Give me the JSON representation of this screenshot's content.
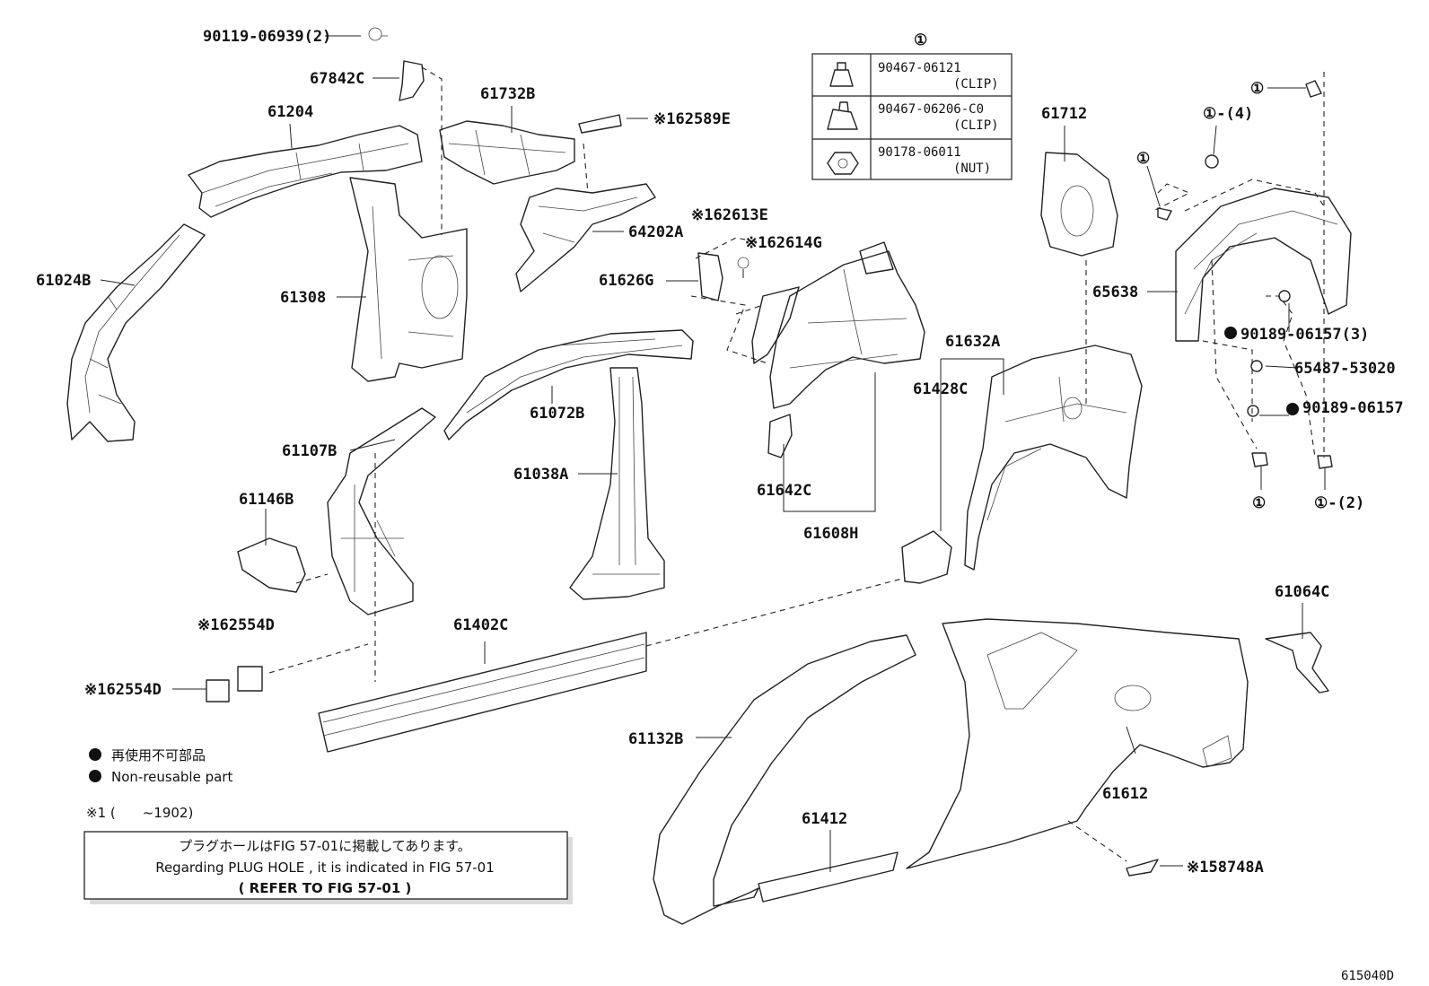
{
  "fig_code": "615040D",
  "clip_group": {
    "marker": "①",
    "rows": [
      {
        "part": "90467-06121",
        "desc": "(CLIP)"
      },
      {
        "part": "90467-06206-C0",
        "desc": "(CLIP)"
      },
      {
        "part": "90178-06011",
        "desc": "(NUT)"
      }
    ]
  },
  "labels": {
    "p90119": "90119-06939(2)",
    "p67842C": "67842C",
    "p61732B": "61732B",
    "p61204": "61204",
    "p62589E": "※162589E",
    "p61024B": "61024B",
    "p61308": "61308",
    "p64202A": "64202A",
    "p62613E": "※162613E",
    "p62614G": "※162614G",
    "p61626G": "61626G",
    "p61712": "61712",
    "p65638": "65638",
    "p61632A": "61632A",
    "p61428C": "61428C",
    "p61072B": "61072B",
    "p61107B": "61107B",
    "p61038A": "61038A",
    "p61146B": "61146B",
    "p61642C": "61642C",
    "p61608H": "61608H",
    "p62554D_top": "※162554D",
    "p62554D_left": "※162554D",
    "p61402C": "61402C",
    "p61132B": "61132B",
    "p61412": "61412",
    "p61612": "61612",
    "p58748A": "※158748A",
    "p61064C": "61064C",
    "p90189a": "90189-06157(3)",
    "p65487": "65487-53020",
    "p90189b": "90189-06157",
    "c_top": "①",
    "c_4": "①-(4)",
    "c_mid": "①",
    "c_bot": "①",
    "c_2": "①-(2)"
  },
  "legend": {
    "jp": "再使用不可部品",
    "en": "Non-reusable part",
    "note": "※1 (　　~1902)"
  },
  "notice": {
    "line1": "プラグホールはFIG 57-01に掲載してあります。",
    "line2": "Regarding PLUG HOLE , it is indicated in FIG 57-01",
    "line3": "(   REFER TO FIG 57-01 )"
  }
}
